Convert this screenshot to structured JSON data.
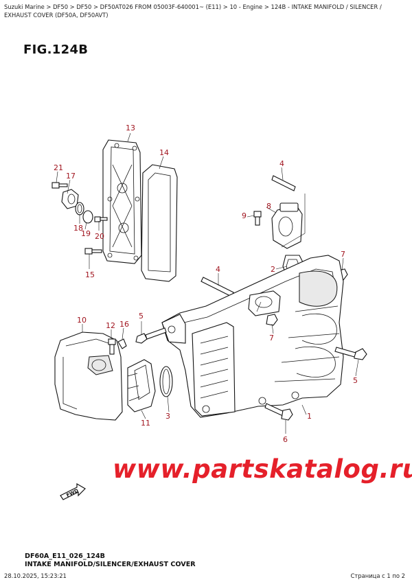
{
  "breadcrumb": "Suzuki Marine > DF50 > DF50 > DF50AT026 FROM 05003F-640001~ (E11) > 10 - Engine > 124B - INTAKE MANIFOLD / SILENCER / EXHAUST COVER (DF50A, DF50AVT)",
  "figure_title": "FIG.124B",
  "callouts": {
    "c1": "1",
    "c2": "2",
    "c3": "3",
    "c4a": "4",
    "c4b": "4",
    "c5a": "5",
    "c5b": "5",
    "c6": "6",
    "c7a": "7",
    "c7b": "7",
    "c8": "8",
    "c9": "9",
    "c10": "10",
    "c11": "11",
    "c12": "12",
    "c13": "13",
    "c14": "14",
    "c15": "15",
    "c16": "16",
    "c17": "17",
    "c18": "18",
    "c19": "19",
    "c20": "20",
    "c21": "21"
  },
  "watermark": "www.partskatalog.ru",
  "fwd_label": "FWD",
  "diagram_code": "DF60A_E11_026_124B",
  "caption": "INTAKE MANIFOLD/SILENCER/EXHAUST COVER",
  "footer": {
    "datetime": "28.10.2025, 15:23:21",
    "page": "Страница с 1 по 2"
  },
  "colors": {
    "callout": "#a0141e",
    "watermark": "#e5202a"
  }
}
